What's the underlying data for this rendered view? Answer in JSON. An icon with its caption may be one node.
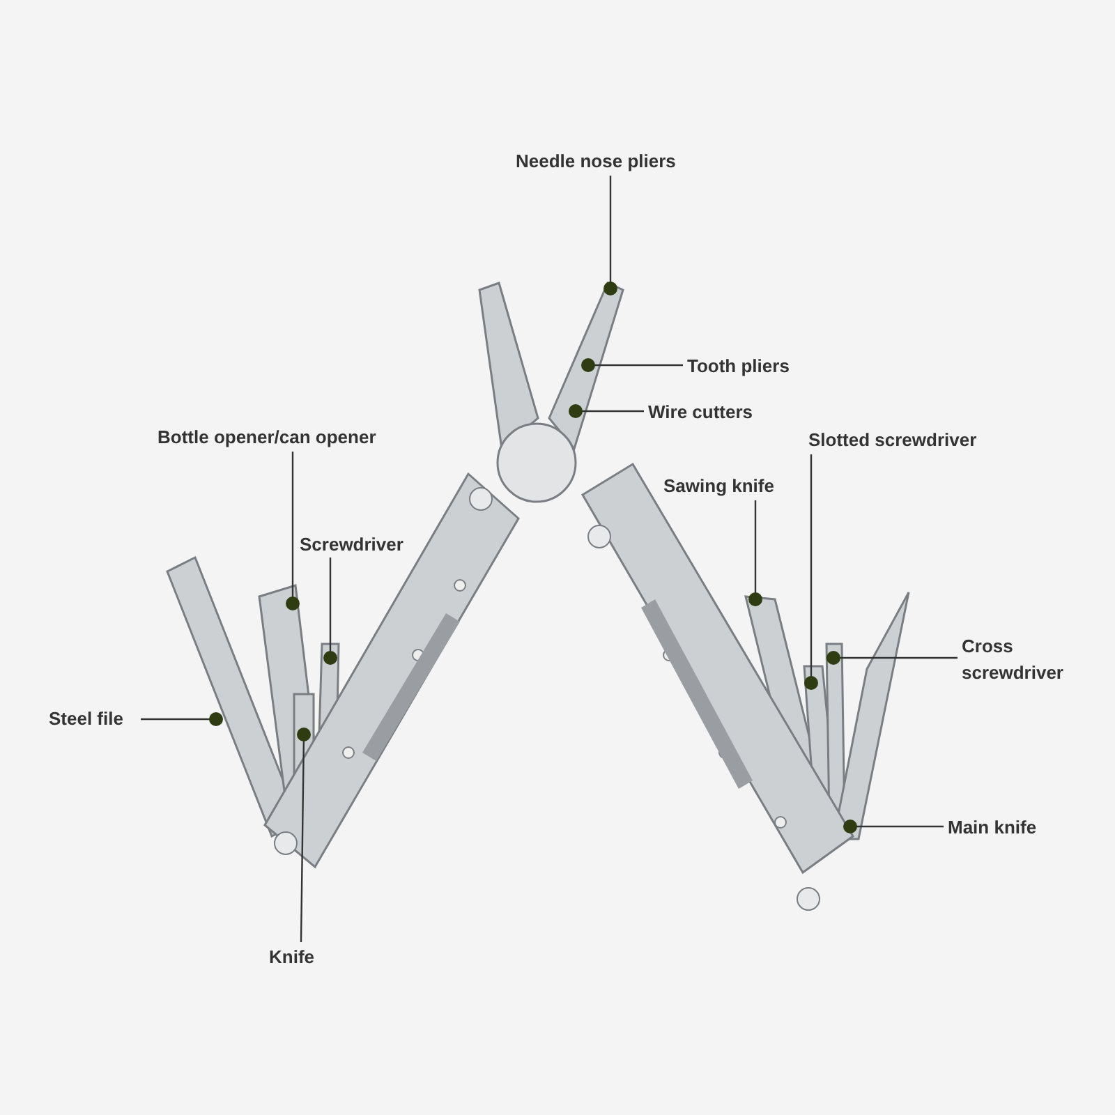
{
  "diagram": {
    "nodes": [
      {
        "text": [
          "Needle nose pliers"
        ]
      },
      {
        "text": [
          "Tooth pliers"
        ]
      },
      {
        "text": [
          "Wire cutters"
        ]
      },
      {
        "text": [
          "Bottle opener/can opener"
        ]
      },
      {
        "text": [
          "Screwdriver"
        ]
      },
      {
        "text": [
          "Steel file"
        ]
      },
      {
        "text": [
          "Knife"
        ]
      },
      {
        "text": [
          "Slotted screwdriver"
        ]
      },
      {
        "text": [
          "Sawing knife"
        ]
      },
      {
        "text": [
          "Cross screwdriver"
        ]
      },
      {
        "text": [
          "Main knife"
        ]
      }
    ],
    "edges": [
      {
        "from": 0,
        "to": null,
        "arrow": "other"
      },
      {
        "from": 1,
        "to": null,
        "arrow": "other"
      },
      {
        "from": 2,
        "to": null,
        "arrow": "other"
      },
      {
        "from": 3,
        "to": null,
        "arrow": "other"
      },
      {
        "from": 4,
        "to": null,
        "arrow": "other"
      },
      {
        "from": 5,
        "to": null,
        "arrow": "other"
      },
      {
        "from": 6,
        "to": null,
        "arrow": "other"
      },
      {
        "from": 7,
        "to": null,
        "arrow": "other"
      },
      {
        "from": 8,
        "to": null,
        "arrow": "other"
      },
      {
        "from": 9,
        "to": null,
        "arrow": "other"
      },
      {
        "from": 10,
        "to": null,
        "arrow": "other"
      }
    ]
  }
}
